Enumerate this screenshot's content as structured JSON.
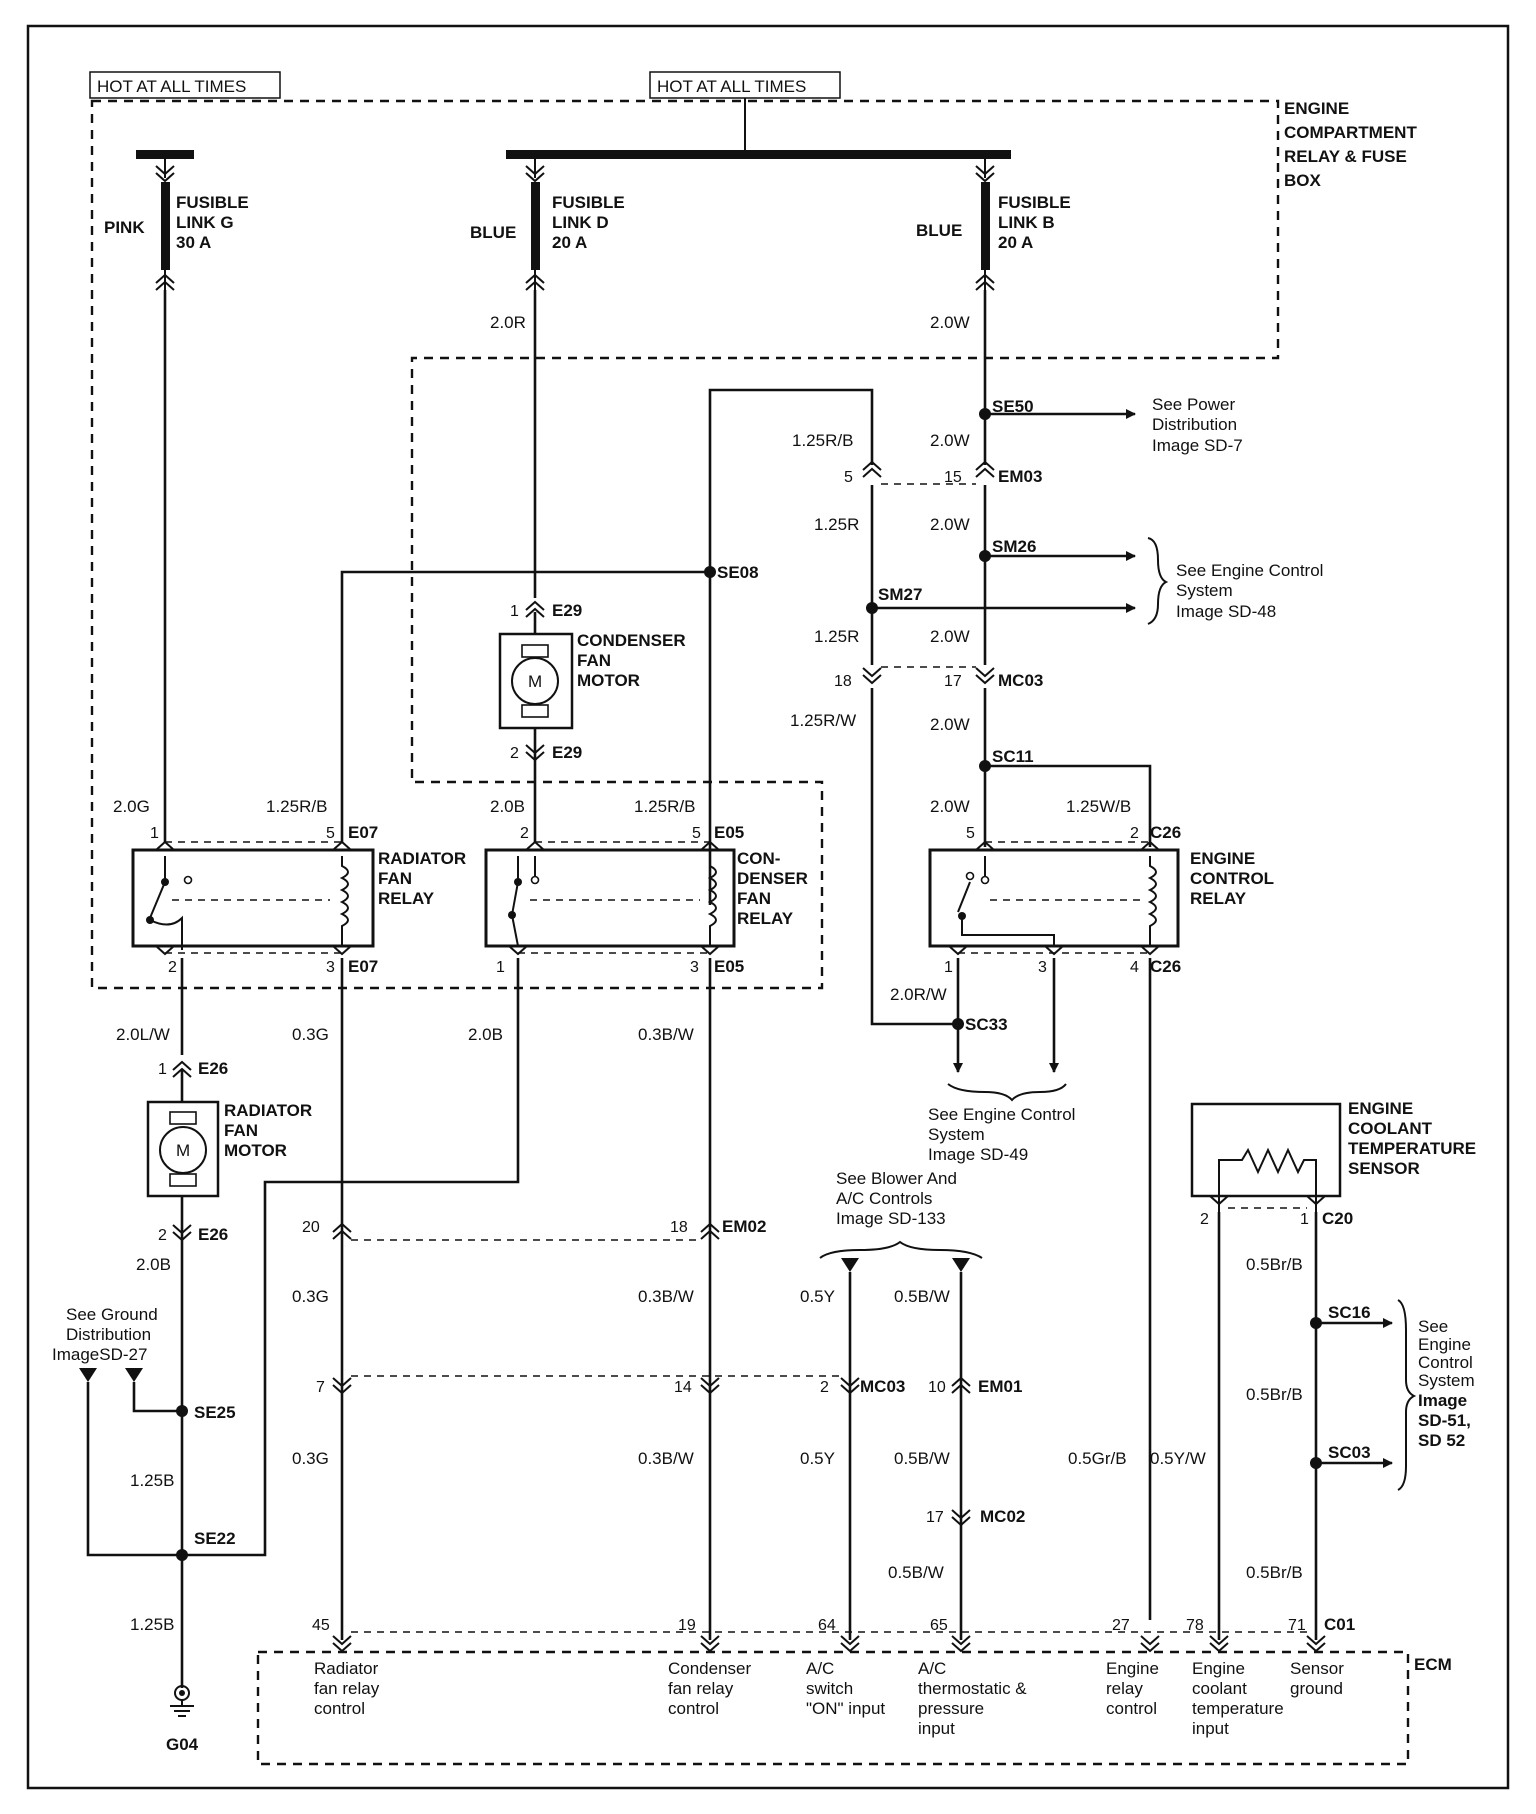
{
  "header": {
    "hot_left": "HOT AT ALL TIMES",
    "hot_center": "HOT AT ALL TIMES",
    "engine_box_title": [
      "ENGINE",
      "COMPARTMENT",
      "RELAY & FUSE",
      "BOX"
    ]
  },
  "fusible_links": [
    {
      "name": [
        "FUSIBLE",
        "LINK G",
        "30 A"
      ],
      "color": "PINK"
    },
    {
      "name": [
        "FUSIBLE",
        "LINK D",
        "20 A"
      ],
      "color": "BLUE"
    },
    {
      "name": [
        "FUSIBLE",
        "LINK B",
        "20 A"
      ],
      "color": "BLUE"
    }
  ],
  "wire_labels": {
    "w_20R": "2.0R",
    "w_20W_top": "2.0W",
    "w_125RB_top": "1.25R/B",
    "w_20W_a": "2.0W",
    "w_125R_a": "1.25R",
    "w_20W_b": "2.0W",
    "w_125R_b": "1.25R",
    "w_20W_c": "2.0W",
    "w_125RW": "1.25R/W",
    "w_20W_d": "2.0W",
    "w_20G": "2.0G",
    "w_125RB_rad": "1.25R/B",
    "w_20B_cond": "2.0B",
    "w_125RB_cond": "1.25R/B",
    "w_20W_ecr": "2.0W",
    "w_125WB": "1.25W/B",
    "w_20LW": "2.0L/W",
    "w_03G_a": "0.3G",
    "w_20B_mid": "2.0B",
    "w_03BW_a": "0.3B/W",
    "w_20RW": "2.0R/W",
    "w_20B_low": "2.0B",
    "w_03G_b": "0.3G",
    "w_03BW_b": "0.3B/W",
    "w_05Y_a": "0.5Y",
    "w_05BW_a": "0.5B/W",
    "w_05BrB_a": "0.5Br/B",
    "w_05BrB_b": "0.5Br/B",
    "w_125B_a": "1.25B",
    "w_03G_c": "0.3G",
    "w_03BW_c": "0.3B/W",
    "w_05Y_b": "0.5Y",
    "w_05BW_b": "0.5B/W",
    "w_05GrB": "0.5Gr/B",
    "w_05YW": "0.5Y/W",
    "w_05BW_c": "0.5B/W",
    "w_05BrB_c": "0.5Br/B",
    "w_125B_b": "1.25B"
  },
  "splices": {
    "SE50": "SE50",
    "SM26": "SM26",
    "SM27": "SM27",
    "SE08": "SE08",
    "SC11": "SC11",
    "SC33": "SC33",
    "SE25": "SE25",
    "SE22": "SE22",
    "SC16": "SC16",
    "SC03": "SC03"
  },
  "connectors": {
    "EM03": "EM03",
    "E29_top": "E29",
    "E29_bot": "E29",
    "MC03_top": "MC03",
    "E07_top": "E07",
    "E05_top": "E05",
    "C26_top": "C26",
    "E07_bot": "E07",
    "E05_bot": "E05",
    "C26_bot": "C26",
    "E26_top": "E26",
    "E26_bot": "E26",
    "EM02": "EM02",
    "C20": "C20",
    "MC03_low": "MC03",
    "EM01": "EM01",
    "MC02": "MC02",
    "C01": "C01",
    "G04": "G04"
  },
  "pins": {
    "p5_em03": "5",
    "p15_em03": "15",
    "p1_e29": "1",
    "p2_e29": "2",
    "p18_mc03": "18",
    "p17_mc03": "17",
    "p1_rad": "1",
    "p5_rad": "5",
    "p2_cond": "2",
    "p5_cond": "5",
    "p5_ecr": "5",
    "p2_ecr": "2",
    "p2_rad": "2",
    "p3_rad": "3",
    "p1_cond": "1",
    "p3_cond": "3",
    "p1_ecr": "1",
    "p3_ecr": "3",
    "p4_ecr": "4",
    "p1_e26": "1",
    "p2_e26": "2",
    "p20_em02": "20",
    "p18_em02": "18",
    "p2_c20": "2",
    "p1_c20": "1",
    "p7": "7",
    "p14": "14",
    "p2_mc03": "2",
    "p10_em01": "10",
    "p17_mc02": "17",
    "p45": "45",
    "p19": "19",
    "p64": "64",
    "p65": "65",
    "p27": "27",
    "p78": "78",
    "p71": "71"
  },
  "components": {
    "condenser_motor": [
      "CONDENSER",
      "FAN",
      "MOTOR"
    ],
    "radiator_motor": [
      "RADIATOR",
      "FAN",
      "MOTOR"
    ],
    "radiator_relay": [
      "RADIATOR",
      "FAN",
      "RELAY"
    ],
    "condenser_relay": [
      "CON-",
      "DENSER",
      "FAN",
      "RELAY"
    ],
    "engine_control_relay": [
      "ENGINE",
      "CONTROL",
      "RELAY"
    ],
    "coolant_sensor": [
      "ENGINE",
      "COOLANT",
      "TEMPERATURE",
      "SENSOR"
    ],
    "motor_symbol": "M",
    "ecm": "ECM"
  },
  "references": {
    "power_dist": [
      "See Power",
      "Distribution",
      "Image SD-7"
    ],
    "engine_48": [
      "See Engine Control",
      "System",
      "Image SD-48"
    ],
    "engine_49": [
      "See Engine Control",
      "System",
      "Image SD-49"
    ],
    "blower": [
      "See Blower And",
      "A/C Controls",
      "Image SD-133"
    ],
    "ground": [
      "See Ground",
      "Distribution",
      "ImageSD-27"
    ],
    "engine_51": [
      "See",
      "Engine",
      "Control",
      "System",
      "Image",
      "SD-51,",
      "SD 52"
    ]
  },
  "ecm_inputs": [
    [
      "Radiator",
      "fan relay",
      "control"
    ],
    [
      "Condenser",
      "fan relay",
      "control"
    ],
    [
      "A/C",
      "switch",
      "\"ON\" input"
    ],
    [
      "A/C",
      "thermostatic &",
      "pressure",
      "input"
    ],
    [
      "Engine",
      "relay",
      "control"
    ],
    [
      "Engine",
      "coolant",
      "temperature",
      "input"
    ],
    [
      "Sensor",
      "ground"
    ]
  ]
}
